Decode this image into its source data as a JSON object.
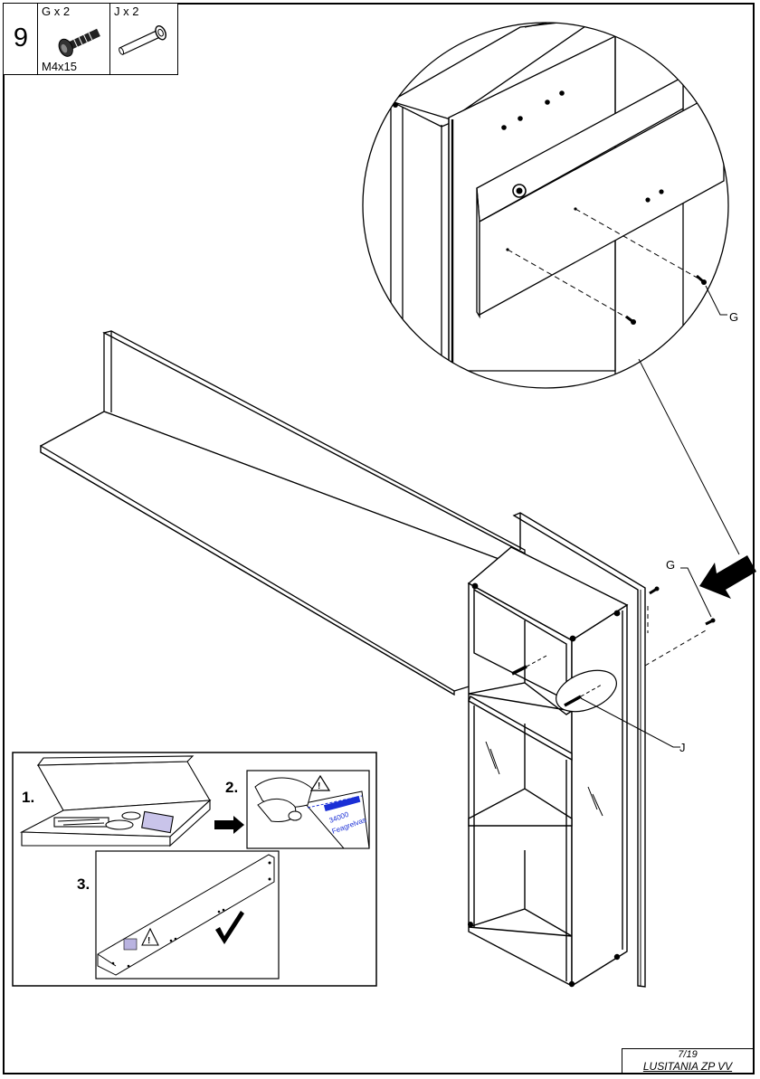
{
  "step": {
    "number": "9"
  },
  "parts": [
    {
      "letter": "G",
      "quantity": "G x 2",
      "size": "M4x15",
      "icon": "screw-icon"
    },
    {
      "letter": "J",
      "quantity": "J x 2",
      "icon": "dowel-pin-icon"
    }
  ],
  "callouts": {
    "detail_g": "G",
    "assembly_g": "G",
    "assembly_j": "J"
  },
  "inset": {
    "step1": "1.",
    "step2": "2.",
    "step3": "3.",
    "label_line1": "34000",
    "label_line2": "Feagrelvas"
  },
  "footer": {
    "page": "7/19",
    "title": "LUSITANIA ZP VV"
  },
  "colors": {
    "line": "#000000",
    "label_blue": "#1a2fd6",
    "label_lilac": "#b9b3e0"
  }
}
